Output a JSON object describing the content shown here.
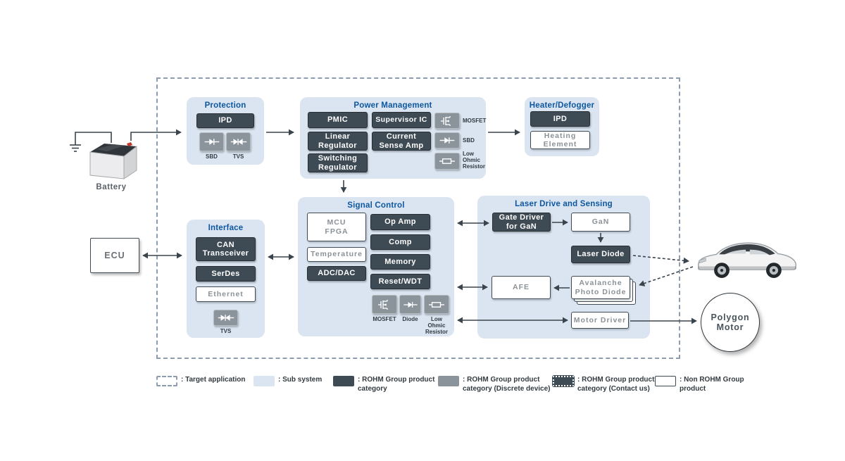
{
  "colors": {
    "subsystem_bg": "#dbe5f1",
    "title_blue": "#0e57a0",
    "rohm_dark": "#3e4a54",
    "discrete_gray": "#8b939b",
    "arrow": "#3a444c"
  },
  "battery": {
    "label": "Battery"
  },
  "ecu": {
    "label": "ECU"
  },
  "polygon_motor": {
    "label": "Polygon\nMotor"
  },
  "protection": {
    "title": "Protection",
    "ipd": "IPD",
    "sbd": "SBD",
    "tvs": "TVS"
  },
  "power_management": {
    "title": "Power Management",
    "pmic": "PMIC",
    "supervisor_ic": "Supervisor IC",
    "linear_regulator": "Linear\nRegulator",
    "current_sense_amp": "Current\nSense Amp",
    "switching_regulator": "Switching\nRegulator",
    "mosfet": "MOSFET",
    "sbd": "SBD",
    "low_ohmic": "Low\nOhmic\nResistor"
  },
  "heater": {
    "title": "Heater/Defogger",
    "ipd": "IPD",
    "heating_element": "Heating\nElement"
  },
  "signal_control": {
    "title": "Signal Control",
    "mcu_fpga": "MCU\nFPGA",
    "temperature": "Temperature",
    "adc_dac": "ADC/DAC",
    "op_amp": "Op Amp",
    "comp": "Comp",
    "memory": "Memory",
    "reset_wdt": "Reset/WDT",
    "mosfet": "MOSFET",
    "diode": "Diode",
    "low_ohmic": "Low\nOhmic\nResistor"
  },
  "interface": {
    "title": "Interface",
    "can_transceiver": "CAN\nTransceiver",
    "serdes": "SerDes",
    "ethernet": "Ethernet",
    "tvs": "TVS"
  },
  "laser": {
    "title": "Laser Drive and Sensing",
    "gate_driver": "Gate Driver\nfor GaN",
    "gan": "GaN",
    "laser_diode": "Laser Diode",
    "afe": "AFE",
    "avalanche_photo_diode": "Avalanche\nPhoto Diode",
    "motor_driver": "Motor Driver"
  },
  "legend": {
    "items": [
      {
        "label": ": Target application"
      },
      {
        "label": ": Sub system"
      },
      {
        "label": ": ROHM Group product\ncategory"
      },
      {
        "label": ": ROHM Group product\ncategory (Discrete device)"
      },
      {
        "label": ": ROHM Group product\ncategory (Contact us)"
      },
      {
        "label": ": Non ROHM Group\nproduct"
      }
    ]
  }
}
